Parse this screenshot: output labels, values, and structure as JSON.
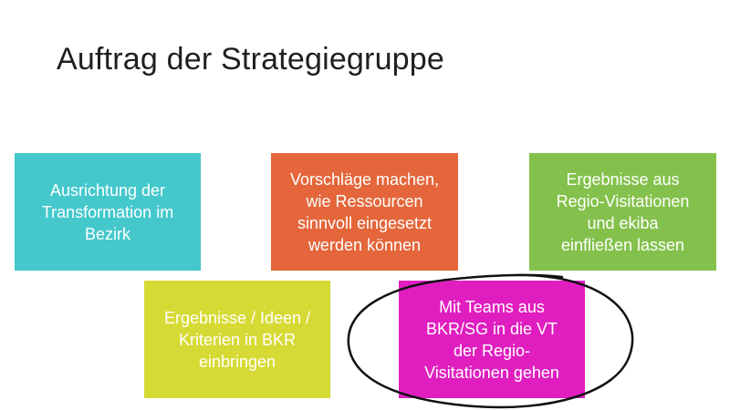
{
  "slide": {
    "title": "Auftrag der Strategiegruppe"
  },
  "colors": {
    "teal": "#44C8CC",
    "orange": "#E4663A",
    "green": "#84C14C",
    "yellow_green": "#D6DA34",
    "magenta": "#E01EC0",
    "annotation_ink": "#111111"
  },
  "boxes": [
    {
      "text": "Ausrichtung der\nTransformation im\nBezirk",
      "color": "#44C8CC"
    },
    {
      "text": "Vorschläge machen,\nwie Ressourcen\nsinnvoll eingesetzt\nwerden können",
      "color": "#E4663A"
    },
    {
      "text": "Ergebnisse aus\nRegio-Visitationen\nund ekiba\neinfließen lassen",
      "color": "#84C14C"
    },
    {
      "text": "Ergebnisse / Ideen /\nKriterien in BKR\neinbringen",
      "color": "#D6DA34"
    },
    {
      "text": "Mit Teams aus\nBKR/SG in die VT\nder Regio-\nVisitationen gehen",
      "color": "#E01EC0"
    }
  ]
}
